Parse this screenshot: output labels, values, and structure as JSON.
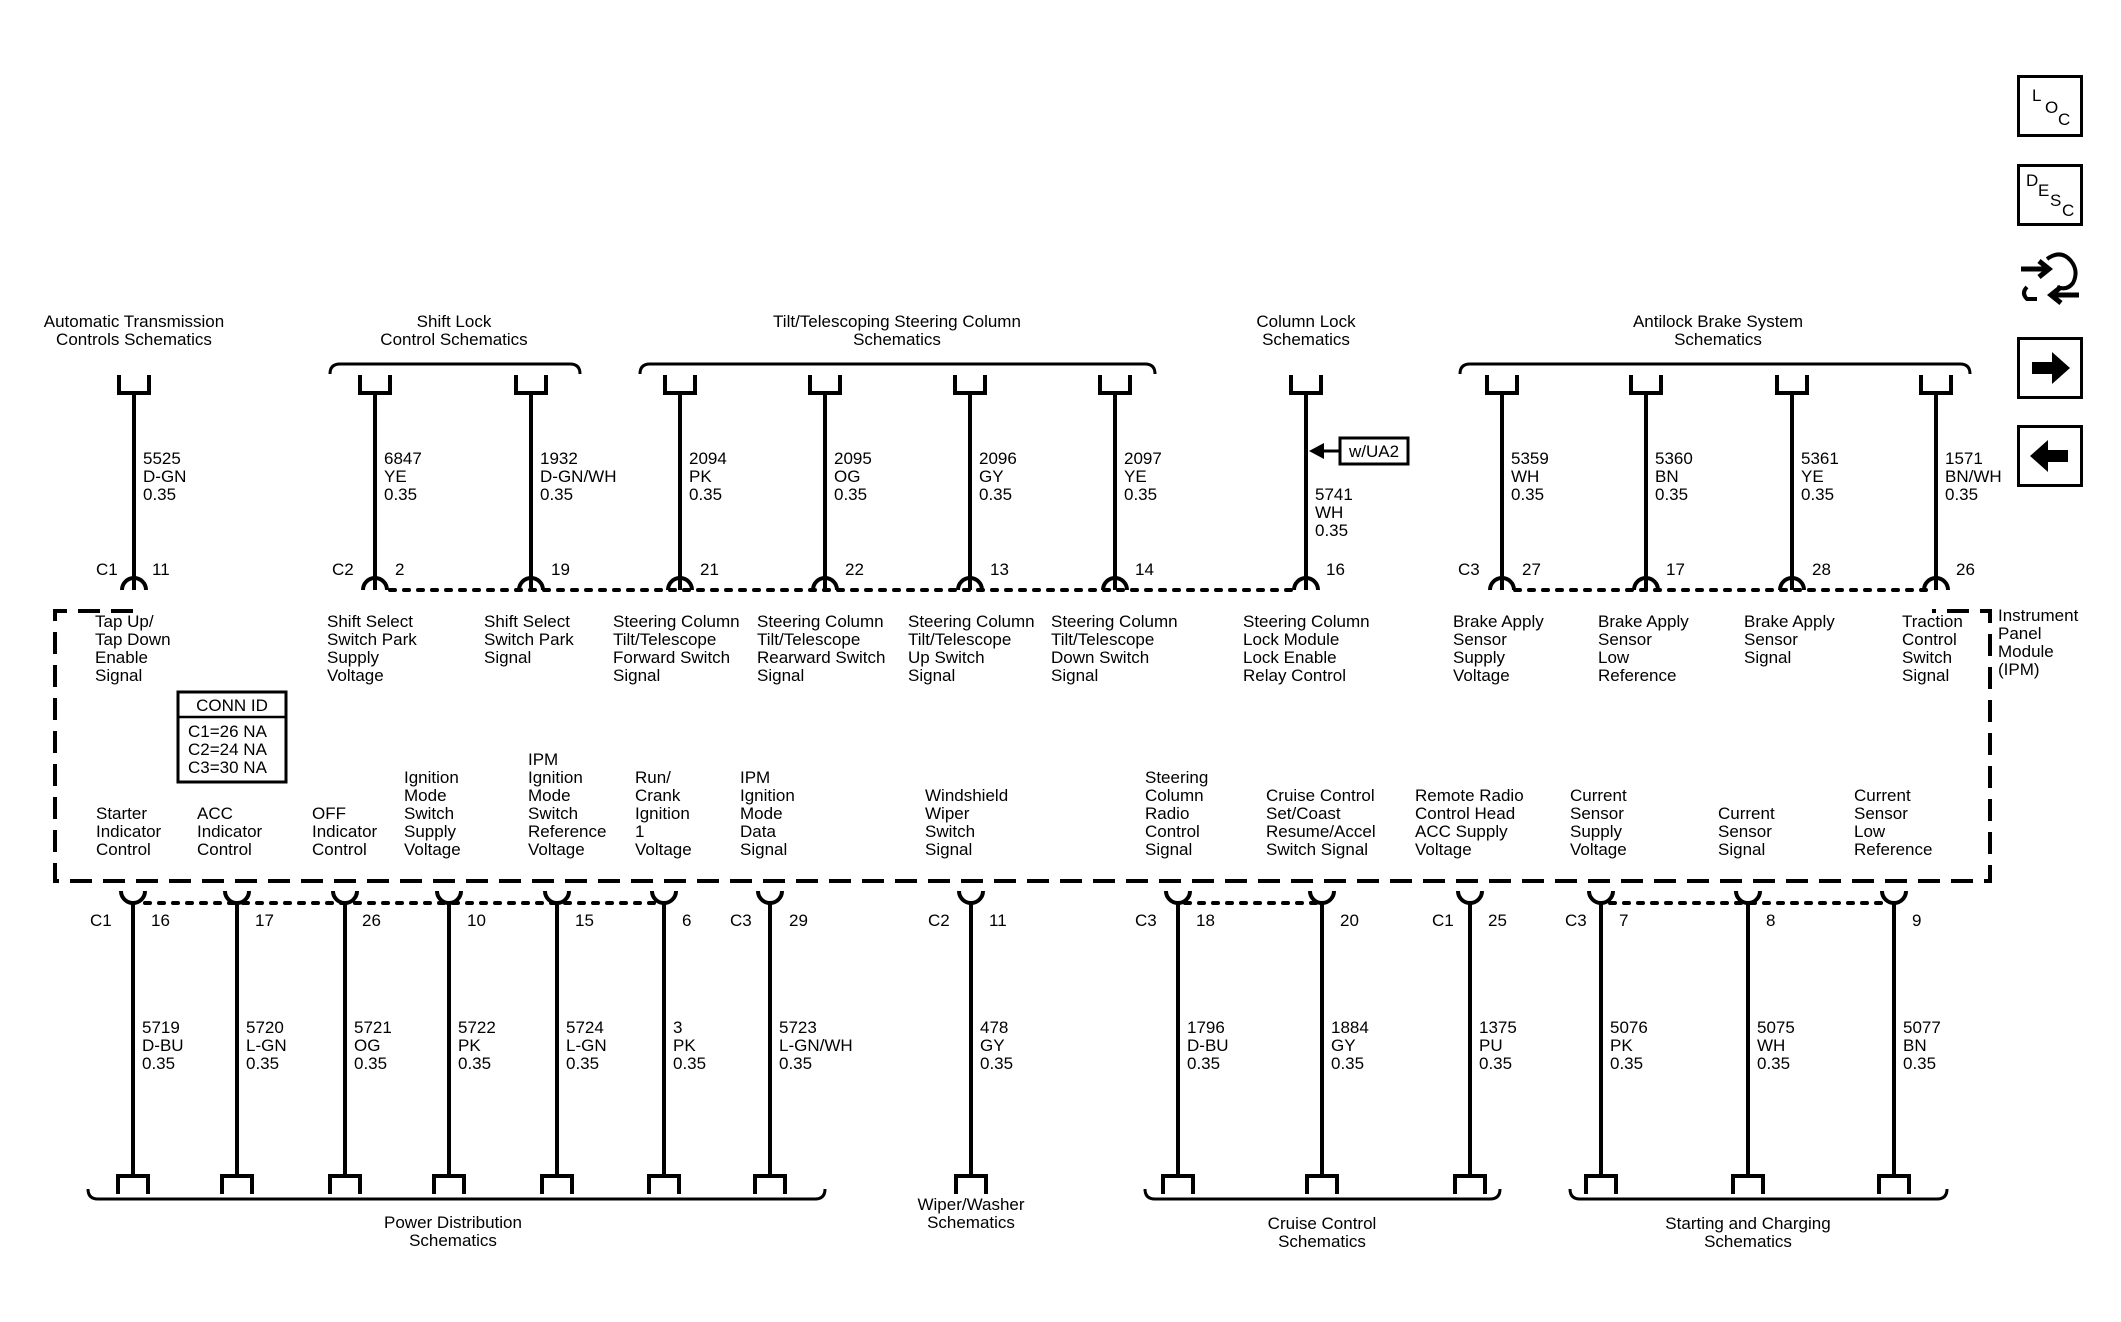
{
  "nav": {
    "loc": {
      "l1": "L",
      "l2": "O",
      "l3": "C"
    },
    "desc": {
      "l1": "D",
      "l2": "E",
      "l3": "S",
      "l4": "C"
    }
  },
  "module": {
    "lines": [
      "Instrument",
      "Panel",
      "Module",
      "(IPM)"
    ]
  },
  "conn_id": {
    "title": "CONN ID",
    "rows": [
      "C1=26 NA",
      "C2=24 NA",
      "C3=30 NA"
    ]
  },
  "option_tag": "w/UA2",
  "top_groups": [
    {
      "id": "atc",
      "lines": [
        "Automatic Transmission",
        "Controls Schematics"
      ]
    },
    {
      "id": "shiftlock",
      "lines": [
        "Shift Lock",
        "Control Schematics"
      ]
    },
    {
      "id": "tilt",
      "lines": [
        "Tilt/Telescoping Steering Column",
        "Schematics"
      ]
    },
    {
      "id": "collock",
      "lines": [
        "Column Lock",
        "Schematics"
      ]
    },
    {
      "id": "abs",
      "lines": [
        "Antilock Brake System",
        "Schematics"
      ]
    }
  ],
  "bottom_groups": [
    {
      "id": "power",
      "lines": [
        "Power Distribution",
        "Schematics"
      ]
    },
    {
      "id": "wiper",
      "lines": [
        "Wiper/Washer",
        "Schematics"
      ]
    },
    {
      "id": "cruise",
      "lines": [
        "Cruise Control",
        "Schematics"
      ]
    },
    {
      "id": "starting",
      "lines": [
        "Starting and Charging",
        "Schematics"
      ]
    }
  ],
  "top_circuits": [
    {
      "conn": "C1",
      "pin": "11",
      "circuit": "5525",
      "color": "D-GN",
      "gauge": "0.35",
      "function": [
        "Tap Up/",
        "Tap Down",
        "Enable",
        "Signal"
      ]
    },
    {
      "conn": "C2",
      "pin": "2",
      "circuit": "6847",
      "color": "YE",
      "gauge": "0.35",
      "function": [
        "Shift Select",
        "Switch Park",
        "Supply",
        "Voltage"
      ]
    },
    {
      "conn": "",
      "pin": "19",
      "circuit": "1932",
      "color": "D-GN/WH",
      "gauge": "0.35",
      "function": [
        "Shift Select",
        "Switch Park",
        "Signal"
      ]
    },
    {
      "conn": "",
      "pin": "21",
      "circuit": "2094",
      "color": "PK",
      "gauge": "0.35",
      "function": [
        "Steering Column",
        "Tilt/Telescope",
        "Forward Switch",
        "Signal"
      ]
    },
    {
      "conn": "",
      "pin": "22",
      "circuit": "2095",
      "color": "OG",
      "gauge": "0.35",
      "function": [
        "Steering Column",
        "Tilt/Telescope",
        "Rearward Switch",
        "Signal"
      ]
    },
    {
      "conn": "",
      "pin": "13",
      "circuit": "2096",
      "color": "GY",
      "gauge": "0.35",
      "function": [
        "Steering Column",
        "Tilt/Telescope",
        "Up Switch",
        "Signal"
      ]
    },
    {
      "conn": "",
      "pin": "14",
      "circuit": "2097",
      "color": "YE",
      "gauge": "0.35",
      "function": [
        "Steering Column",
        "Tilt/Telescope",
        "Down Switch",
        "Signal"
      ]
    },
    {
      "conn": "",
      "pin": "16",
      "circuit": "5741",
      "color": "WH",
      "gauge": "0.35",
      "function": [
        "Steering Column",
        "Lock Module",
        "Lock Enable",
        "Relay Control"
      ]
    },
    {
      "conn": "C3",
      "pin": "27",
      "circuit": "5359",
      "color": "WH",
      "gauge": "0.35",
      "function": [
        "Brake Apply",
        "Sensor",
        "Supply",
        "Voltage"
      ]
    },
    {
      "conn": "",
      "pin": "17",
      "circuit": "5360",
      "color": "BN",
      "gauge": "0.35",
      "function": [
        "Brake Apply",
        "Sensor",
        "Low",
        "Reference"
      ]
    },
    {
      "conn": "",
      "pin": "28",
      "circuit": "5361",
      "color": "YE",
      "gauge": "0.35",
      "function": [
        "Brake Apply",
        "Sensor",
        "Signal"
      ]
    },
    {
      "conn": "",
      "pin": "26",
      "circuit": "1571",
      "color": "BN/WH",
      "gauge": "0.35",
      "function": [
        "Traction",
        "Control",
        "Switch",
        "Signal"
      ]
    }
  ],
  "bottom_circuits": [
    {
      "conn": "C1",
      "pin": "16",
      "circuit": "5719",
      "color": "D-BU",
      "gauge": "0.35",
      "function": [
        "Starter",
        "Indicator",
        "Control"
      ]
    },
    {
      "conn": "",
      "pin": "17",
      "circuit": "5720",
      "color": "L-GN",
      "gauge": "0.35",
      "function": [
        "ACC",
        "Indicator",
        "Control"
      ]
    },
    {
      "conn": "",
      "pin": "26",
      "circuit": "5721",
      "color": "OG",
      "gauge": "0.35",
      "function": [
        "OFF",
        "Indicator",
        "Control"
      ]
    },
    {
      "conn": "",
      "pin": "10",
      "circuit": "5722",
      "color": "PK",
      "gauge": "0.35",
      "function": [
        "Ignition",
        "Mode",
        "Switch",
        "Supply",
        "Voltage"
      ]
    },
    {
      "conn": "",
      "pin": "15",
      "circuit": "5724",
      "color": "L-GN",
      "gauge": "0.35",
      "function": [
        "IPM",
        "Ignition",
        "Mode",
        "Switch",
        "Reference",
        "Voltage"
      ]
    },
    {
      "conn": "",
      "pin": "6",
      "circuit": "3",
      "color": "PK",
      "gauge": "0.35",
      "function": [
        "Run/",
        "Crank",
        "Ignition",
        "1",
        "Voltage"
      ]
    },
    {
      "conn": "C3",
      "pin": "29",
      "circuit": "5723",
      "color": "L-GN/WH",
      "gauge": "0.35",
      "function": [
        "IPM",
        "Ignition",
        "Mode",
        "Data",
        "Signal"
      ]
    },
    {
      "conn": "C2",
      "pin": "11",
      "circuit": "478",
      "color": "GY",
      "gauge": "0.35",
      "function": [
        "Windshield",
        "Wiper",
        "Switch",
        "Signal"
      ]
    },
    {
      "conn": "C3",
      "pin": "18",
      "circuit": "1796",
      "color": "D-BU",
      "gauge": "0.35",
      "function": [
        "Steering",
        "Column",
        "Radio",
        "Control",
        "Signal"
      ]
    },
    {
      "conn": "",
      "pin": "20",
      "circuit": "1884",
      "color": "GY",
      "gauge": "0.35",
      "function": [
        "Cruise Control",
        "Set/Coast",
        "Resume/Accel",
        "Switch Signal"
      ]
    },
    {
      "conn": "C1",
      "pin": "25",
      "circuit": "1375",
      "color": "PU",
      "gauge": "0.35",
      "function": [
        "Remote Radio",
        "Control Head",
        "ACC Supply",
        "Voltage"
      ]
    },
    {
      "conn": "C3",
      "pin": "7",
      "circuit": "5076",
      "color": "PK",
      "gauge": "0.35",
      "function": [
        "Current",
        "Sensor",
        "Supply",
        "Voltage"
      ]
    },
    {
      "conn": "",
      "pin": "8",
      "circuit": "5075",
      "color": "WH",
      "gauge": "0.35",
      "function": [
        "Current",
        "Sensor",
        "Signal"
      ]
    },
    {
      "conn": "",
      "pin": "9",
      "circuit": "5077",
      "color": "BN",
      "gauge": "0.35",
      "function": [
        "Current",
        "Sensor",
        "Low",
        "Reference"
      ]
    }
  ]
}
